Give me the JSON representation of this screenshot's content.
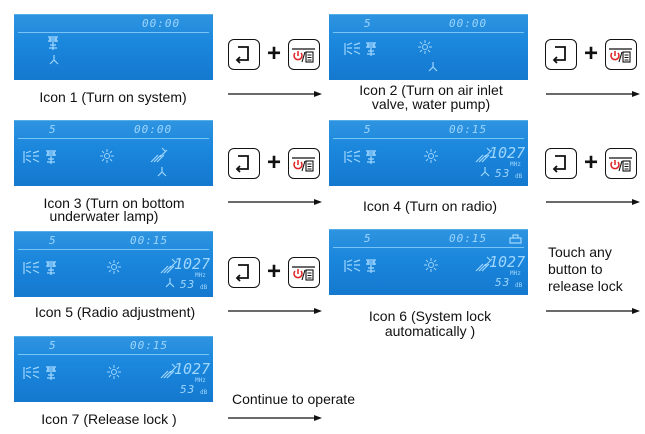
{
  "screens": [
    {
      "row1_left": "",
      "row1_time": "00:00",
      "lock": false
    },
    {
      "row1_left": "5",
      "row1_time": "00:00",
      "lock": false
    },
    {
      "row1_left": "5",
      "row1_time": "00:00",
      "lock": false
    },
    {
      "row1_left": "5",
      "row1_time": "00:15",
      "lock": false,
      "radio_freq": "1027",
      "radio_freq_unit": "MHz",
      "radio_ch": "53",
      "radio_ch_unit": "dB"
    },
    {
      "row1_left": "5",
      "row1_time": "00:15",
      "lock": false,
      "radio_freq": "1027",
      "radio_freq_unit": "MHz",
      "radio_ch": "53",
      "radio_ch_unit": "dB"
    },
    {
      "row1_left": "5",
      "row1_time": "00:15",
      "lock": true,
      "radio_freq": "1027",
      "radio_freq_unit": "MHz",
      "radio_ch": "53",
      "radio_ch_unit": "dB"
    },
    {
      "row1_left": "5",
      "row1_time": "00:15",
      "lock": false,
      "radio_freq": "1027",
      "radio_freq_unit": "MHz",
      "radio_ch": "53",
      "radio_ch_unit": "dB"
    }
  ],
  "captions": {
    "c1": "Icon 1 (Turn on system)",
    "c2_l1": "Icon 2 (Turn on air inlet",
    "c2_l2": "valve, water pump)",
    "c3_l1": "Icon 3 (Turn on bottom",
    "c3_l2": "underwater lamp)",
    "c4": "Icon 4 (Turn on radio)",
    "c5": "Icon 5 (Radio adjustment)",
    "c6_l1": "Icon 6 (System lock",
    "c6_l2": "automatically )",
    "c7": "Icon 7 (Release lock )"
  },
  "side_notes": {
    "touch_l1": "Touch any",
    "touch_l2": "button  to",
    "touch_l3": "release lock",
    "continue": "Continue to operate"
  },
  "button_combo": {
    "plus": "+",
    "enter_icon": "enter-icon",
    "power_menu_icon": "power-menu-icon"
  },
  "colors": {
    "lcd_background": "#1a86dc",
    "lcd_segment": "#9fd6ff",
    "power_icon": "#e02020"
  }
}
